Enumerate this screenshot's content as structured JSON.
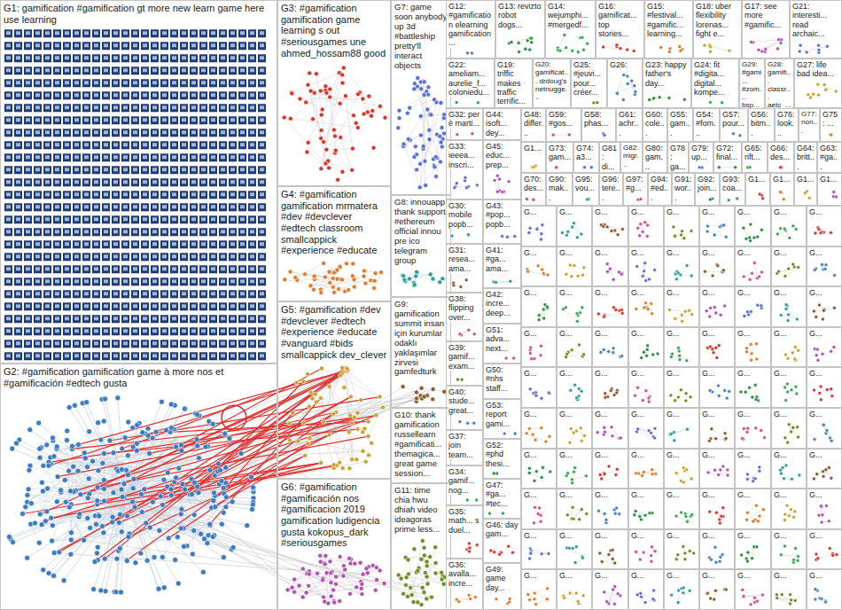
{
  "diagram": {
    "nodes": [
      {
        "text": [
          "G1: gamification #gamification gt more new learn game here use learning"
        ]
      },
      {
        "text": [
          "G2: #gamification gamification game à more nos et #gamificación #edtech gusta"
        ]
      },
      {
        "text": [
          "G3: #gamification gamification game learning s out #seriousgames une ahmed_hossam88 good"
        ]
      },
      {
        "text": [
          "G4: #gamification gamification mrmatera #dev #devclever #edtech classroom smallcappick #experience #educate"
        ]
      },
      {
        "text": [
          "G5: #gamification #dev #devclever #edtech #experience #educate #vanguard #bids smallcappick dev_clever"
        ]
      },
      {
        "text": [
          "G6: #gamification #gamificación nos #gamificacion 2019 gamification ludigencia gusta kokopus_dark #seriousgames"
        ]
      },
      {
        "text": [
          "G7: game soon anybody up 3d #battleship pretty'll interact objects"
        ]
      },
      {
        "text": [
          "G8: innouapp thank support #ethereum official innou pre ico telegram group"
        ]
      },
      {
        "text": [
          "G9: gamification summit insan için kurumlar odaklı yaklaşımlar zirvesi gamfedturk"
        ]
      },
      {
        "text": [
          "G10: thank gamification russellearn #gamificati... themagica... great game session..."
        ]
      },
      {
        "text": [
          "G11: time chia hwu dhiah video ideagoras prime less..."
        ]
      },
      {
        "text": [
          "G12: #gamification elearning gamification..."
        ]
      },
      {
        "text": [
          "G13: revizto robot dogs..."
        ]
      },
      {
        "text": [
          "G14: wejumphi... #mergedf..."
        ]
      },
      {
        "text": [
          "G16: gamificat... top stories..."
        ]
      },
      {
        "text": [
          "G15: #festival... #gamific... learning..."
        ]
      },
      {
        "text": [
          "G18: uber flexibility lorenas... fight e..."
        ]
      },
      {
        "text": [
          "G17: see more #gamific..."
        ]
      },
      {
        "text": [
          "G21: interesti... read archaic..."
        ]
      },
      {
        "text": [
          "G22: ameliam... aurelie_f... coloniedu..."
        ]
      },
      {
        "text": [
          "G19: triffic makes traffic terrific..."
        ]
      },
      {
        "text": [
          "G20: gamificat... drdoug's netnugge..."
        ]
      },
      {
        "text": [
          "G25: #jeuvi... pour... créer..."
        ]
      },
      {
        "text": [
          "G26:"
        ]
      },
      {
        "text": [
          "G23: happy father's day..."
        ]
      },
      {
        "text": [
          "G24: fit #digita... digital... kompe..."
        ]
      },
      {
        "text": [
          "G29: #gami... #zom... bsp..."
        ]
      },
      {
        "text": [
          "G28: gamifi... classr... aetc_..."
        ]
      },
      {
        "text": [
          "G27: life bad idea..."
        ]
      },
      {
        "text": [
          "G32: per è marti..."
        ]
      },
      {
        "text": [
          "G33: ieeea... inscri..."
        ]
      },
      {
        "text": [
          "G30: mobile popb..."
        ]
      },
      {
        "text": [
          "G31: resea... ama..."
        ]
      },
      {
        "text": [
          "G38: flipping over..."
        ]
      },
      {
        "text": [
          "G39: gamif... exam..."
        ]
      },
      {
        "text": [
          "G40: stude... great..."
        ]
      },
      {
        "text": [
          "G37: join team..."
        ]
      },
      {
        "text": [
          "G34: gamif... nog..."
        ]
      },
      {
        "text": [
          "G35: math... s duel..."
        ]
      },
      {
        "text": [
          "G36: avalla... incre..."
        ]
      },
      {
        "text": [
          "G44: isoft... dey..."
        ]
      },
      {
        "text": [
          "G45: educ... prep..."
        ]
      },
      {
        "text": [
          "G43: #pop... popb..."
        ]
      },
      {
        "text": [
          "G41: #ga... ama..."
        ]
      },
      {
        "text": [
          "G42: incre... deep..."
        ]
      },
      {
        "text": [
          "G51: adva... next..."
        ]
      },
      {
        "text": [
          "G50: #nhs staff..."
        ]
      },
      {
        "text": [
          "G53: report gami..."
        ]
      },
      {
        "text": [
          "G52: #phd thesi..."
        ]
      },
      {
        "text": [
          "G47: #ga... #tec..."
        ]
      },
      {
        "text": [
          "G46: day gam..."
        ]
      },
      {
        "text": [
          "G49: game day..."
        ]
      },
      {
        "text": [
          "G48: differ..."
        ]
      },
      {
        "text": [
          "G59: #gos..."
        ]
      },
      {
        "text": [
          "G58: phas..."
        ]
      },
      {
        "text": [
          "G61: achr..."
        ]
      },
      {
        "text": [
          "G60: cole..."
        ]
      },
      {
        "text": [
          "G55: gam..."
        ]
      },
      {
        "text": [
          "G54: #fom..."
        ]
      },
      {
        "text": [
          "G57: pour..."
        ]
      },
      {
        "text": [
          "G56: bitm..."
        ]
      },
      {
        "text": [
          "G76: look..."
        ]
      },
      {
        "text": [
          "G77: non..."
        ]
      },
      {
        "text": [
          "G75: ..."
        ]
      },
      {
        "text": [
          "G1..."
        ]
      },
      {
        "text": [
          "G73: gam..."
        ]
      },
      {
        "text": [
          "G74: a3..."
        ]
      },
      {
        "text": [
          "G81: di..."
        ]
      },
      {
        "text": [
          "G82: migr..."
        ]
      },
      {
        "text": [
          "G80: gam..."
        ]
      },
      {
        "text": [
          "G78: ga..."
        ]
      },
      {
        "text": [
          "G79: up..."
        ]
      },
      {
        "text": [
          "G72: final..."
        ]
      },
      {
        "text": [
          "G65: rift..."
        ]
      },
      {
        "text": [
          "G66: des..."
        ]
      },
      {
        "text": [
          "G64: britt..."
        ]
      },
      {
        "text": [
          "G63: #ga..."
        ]
      },
      {
        "text": [
          "G70: des..."
        ]
      },
      {
        "text": [
          "G90: mak..."
        ]
      },
      {
        "text": [
          "G95: vou..."
        ]
      },
      {
        "text": [
          "G96: tere..."
        ]
      },
      {
        "text": [
          "G97: #g..."
        ]
      },
      {
        "text": [
          "G94: #ed..."
        ]
      },
      {
        "text": [
          "G91: wor..."
        ]
      },
      {
        "text": [
          "G92: join..."
        ]
      },
      {
        "text": [
          "G93: coa..."
        ]
      },
      {
        "text": [
          "G1..."
        ]
      },
      {
        "text": [
          "G1..."
        ]
      },
      {
        "text": [
          "G1..."
        ]
      },
      {
        "text": [
          "G1..."
        ]
      },
      {
        "text": [
          "G..."
        ]
      },
      {
        "text": [
          "G..."
        ]
      },
      {
        "text": [
          "G..."
        ]
      },
      {
        "text": [
          "G..."
        ]
      },
      {
        "text": [
          "G..."
        ]
      },
      {
        "text": [
          "G..."
        ]
      },
      {
        "text": [
          "G..."
        ]
      },
      {
        "text": [
          "G..."
        ]
      },
      {
        "text": [
          "G..."
        ]
      },
      {
        "text": [
          "G..."
        ]
      },
      {
        "text": [
          "G..."
        ]
      },
      {
        "text": [
          "G..."
        ]
      },
      {
        "text": [
          "G..."
        ]
      },
      {
        "text": [
          "G..."
        ]
      },
      {
        "text": [
          "G..."
        ]
      },
      {
        "text": [
          "G..."
        ]
      },
      {
        "text": [
          "G..."
        ]
      },
      {
        "text": [
          "G..."
        ]
      },
      {
        "text": [
          "G..."
        ]
      },
      {
        "text": [
          "G..."
        ]
      },
      {
        "text": [
          "G..."
        ]
      },
      {
        "text": [
          "G..."
        ]
      },
      {
        "text": [
          "G..."
        ]
      },
      {
        "text": [
          "G..."
        ]
      },
      {
        "text": [
          "G..."
        ]
      },
      {
        "text": [
          "G..."
        ]
      },
      {
        "text": [
          "G..."
        ]
      },
      {
        "text": [
          "G..."
        ]
      },
      {
        "text": [
          "G..."
        ]
      },
      {
        "text": [
          "G..."
        ]
      },
      {
        "text": [
          "G..."
        ]
      },
      {
        "text": [
          "G..."
        ]
      },
      {
        "text": [
          "G..."
        ]
      },
      {
        "text": [
          "G..."
        ]
      },
      {
        "text": [
          "G..."
        ]
      },
      {
        "text": [
          "G..."
        ]
      },
      {
        "text": [
          "G..."
        ]
      },
      {
        "text": [
          "G..."
        ]
      },
      {
        "text": [
          "G..."
        ]
      },
      {
        "text": [
          "G..."
        ]
      },
      {
        "text": [
          "G..."
        ]
      },
      {
        "text": [
          "G..."
        ]
      },
      {
        "text": [
          "G..."
        ]
      },
      {
        "text": [
          "G..."
        ]
      },
      {
        "text": [
          "G..."
        ]
      },
      {
        "text": [
          "G..."
        ]
      },
      {
        "text": [
          "G..."
        ]
      },
      {
        "text": [
          "G..."
        ]
      },
      {
        "text": [
          "G..."
        ]
      },
      {
        "text": [
          "G..."
        ]
      },
      {
        "text": [
          "G..."
        ]
      },
      {
        "text": [
          "G..."
        ]
      },
      {
        "text": [
          "G..."
        ]
      },
      {
        "text": [
          "G..."
        ]
      },
      {
        "text": [
          "G..."
        ]
      },
      {
        "text": [
          "G..."
        ]
      },
      {
        "text": [
          "G..."
        ]
      },
      {
        "text": [
          "G..."
        ]
      },
      {
        "text": [
          "G..."
        ]
      },
      {
        "text": [
          "G..."
        ]
      },
      {
        "text": [
          "G..."
        ]
      },
      {
        "text": [
          "G..."
        ]
      },
      {
        "text": [
          "G..."
        ]
      },
      {
        "text": [
          "G..."
        ]
      },
      {
        "text": [
          "G..."
        ]
      },
      {
        "text": [
          "G..."
        ]
      },
      {
        "text": [
          "G..."
        ]
      },
      {
        "text": [
          "G..."
        ]
      },
      {
        "text": [
          "G..."
        ]
      },
      {
        "text": [
          "G..."
        ]
      },
      {
        "text": [
          "G..."
        ]
      },
      {
        "text": [
          "G..."
        ]
      },
      {
        "text": [
          "G..."
        ]
      },
      {
        "text": [
          "G..."
        ]
      },
      {
        "text": [
          "G..."
        ]
      },
      {
        "text": [
          "G..."
        ]
      },
      {
        "text": [
          "G..."
        ]
      },
      {
        "text": [
          "G..."
        ]
      },
      {
        "text": [
          "G..."
        ]
      },
      {
        "text": [
          "G..."
        ]
      },
      {
        "text": [
          "G..."
        ]
      },
      {
        "text": [
          "G..."
        ]
      },
      {
        "text": [
          "G..."
        ]
      },
      {
        "text": [
          "G..."
        ]
      },
      {
        "text": [
          "G..."
        ]
      },
      {
        "text": [
          "G..."
        ]
      },
      {
        "text": [
          "G..."
        ]
      },
      {
        "text": [
          "G..."
        ]
      },
      {
        "text": [
          "G..."
        ]
      },
      {
        "text": [
          "G..."
        ]
      }
    ]
  }
}
